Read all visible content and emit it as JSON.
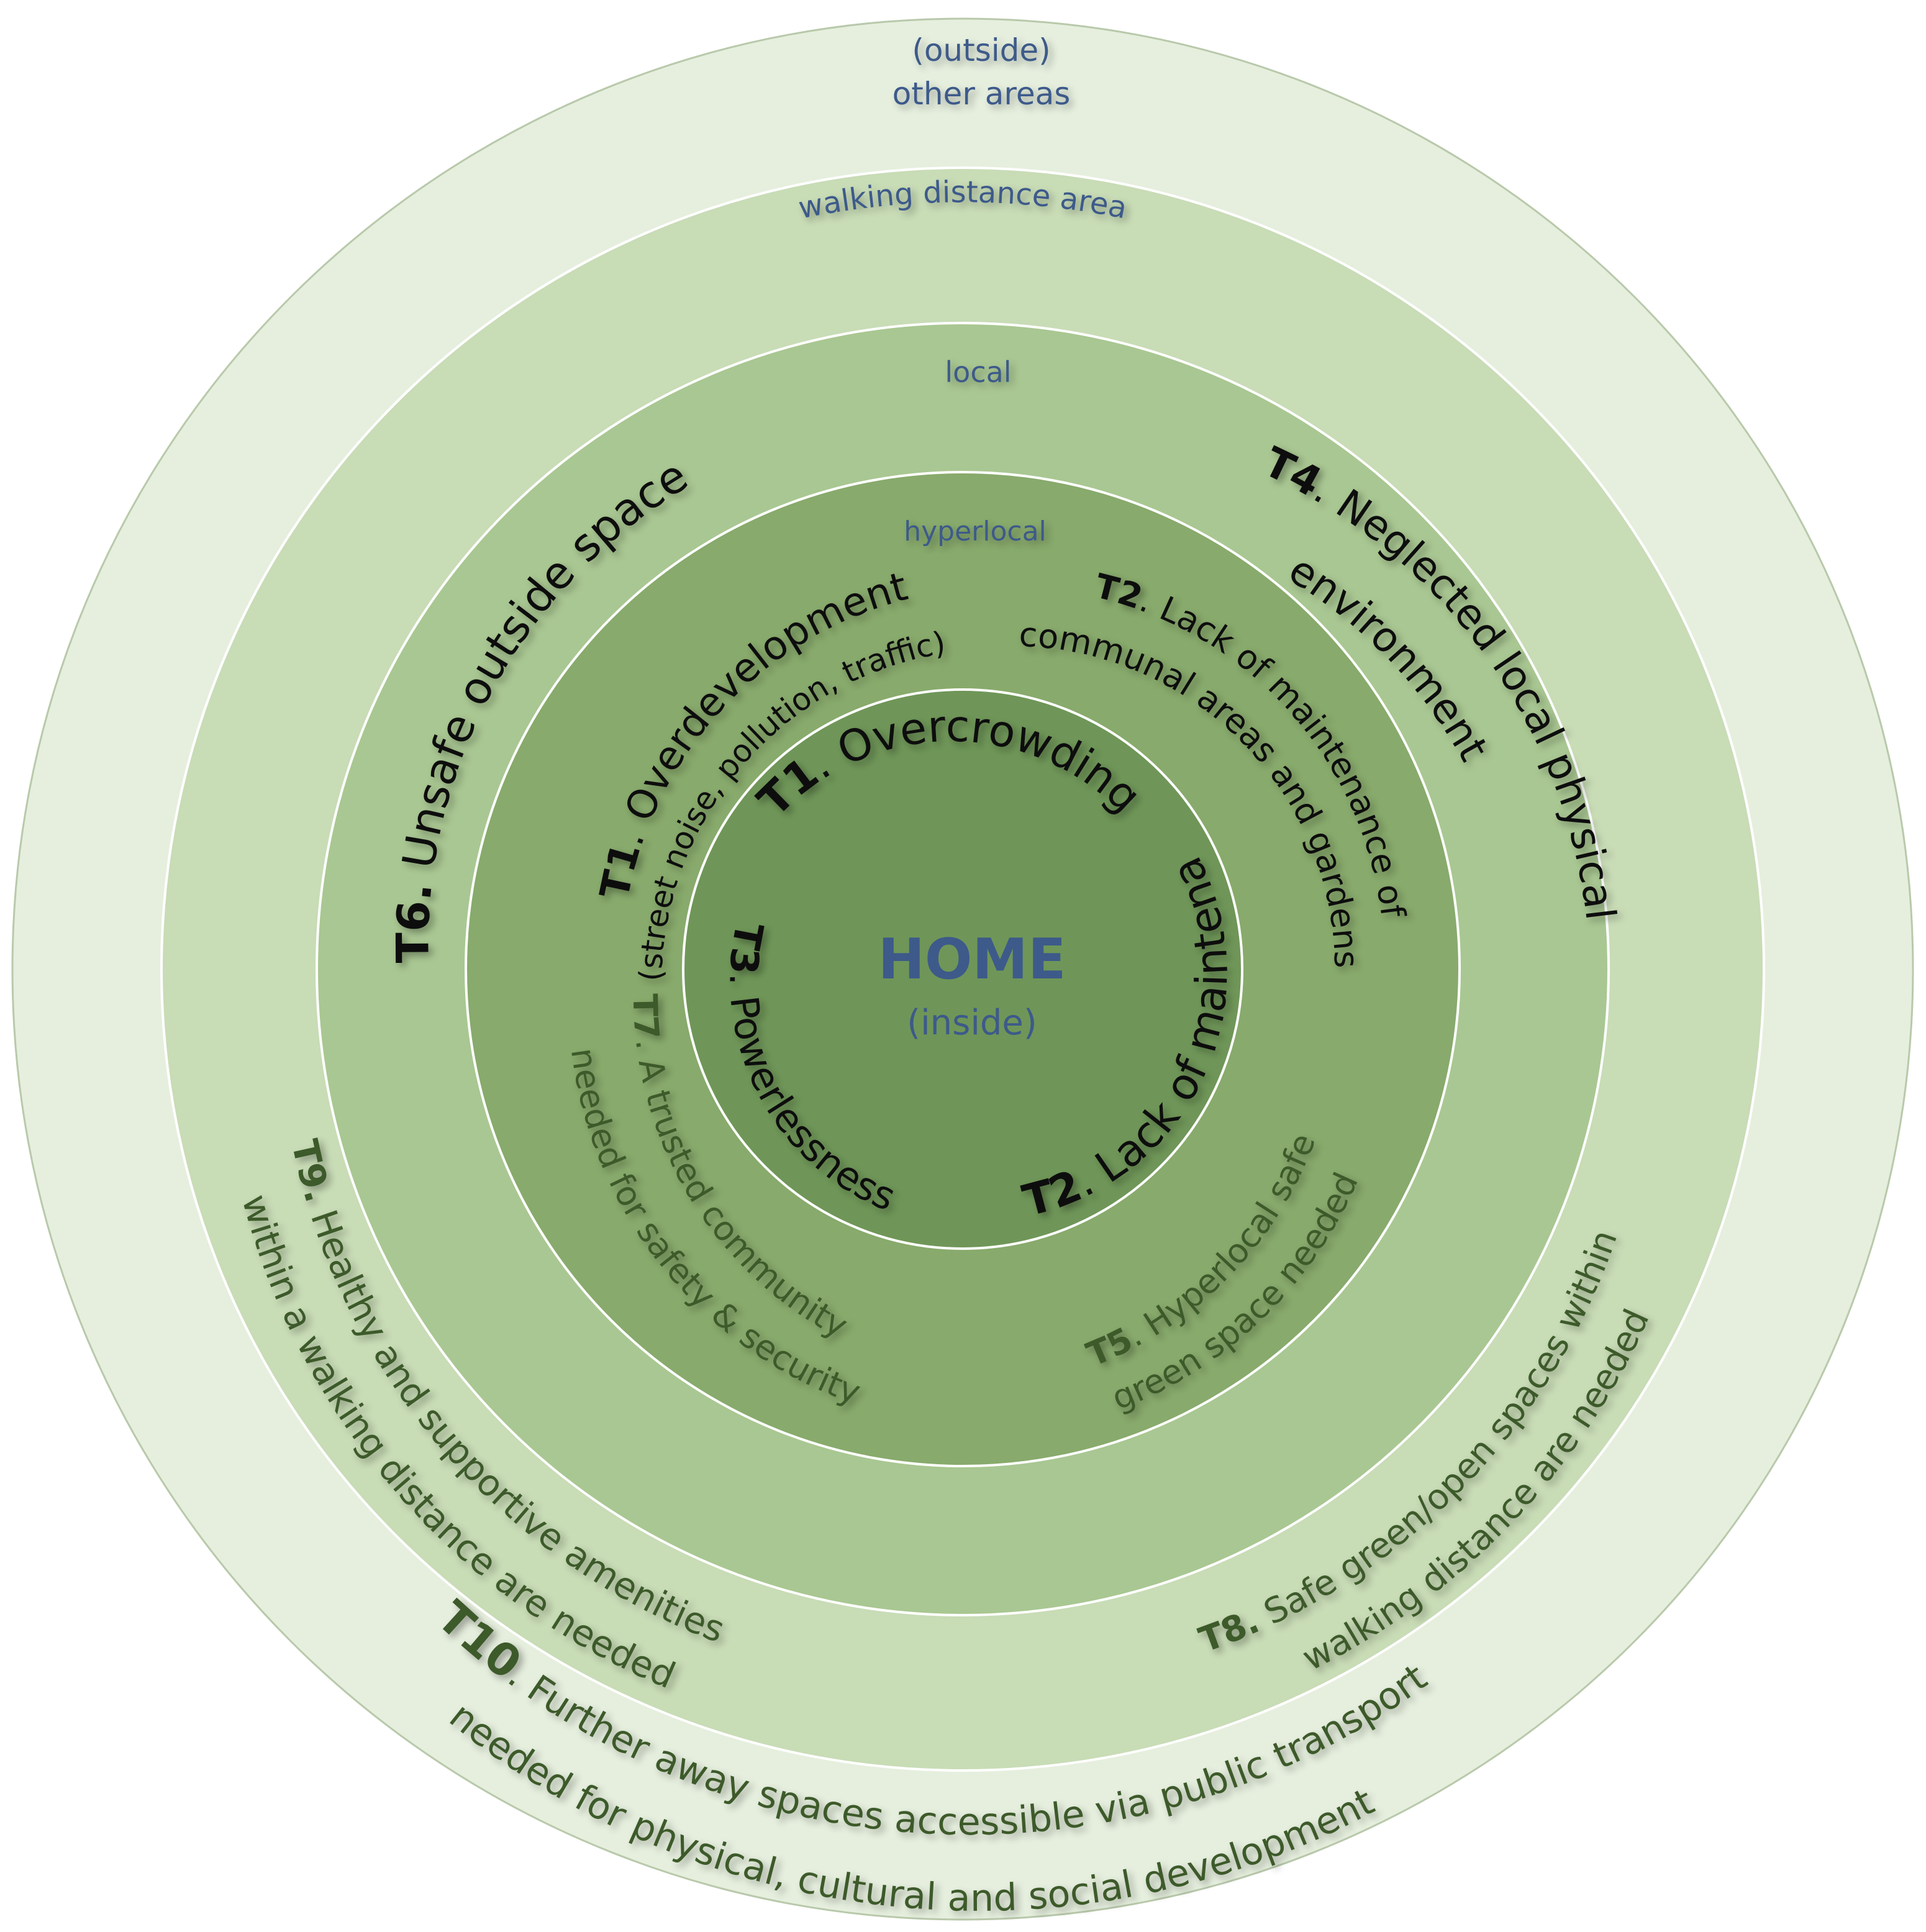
{
  "diagram": {
    "center": {
      "title": "HOME",
      "subtitle": "(inside)"
    },
    "rings": [
      {
        "name": "hyperlocal",
        "label": "hyperlocal",
        "fill": "#88aa6c"
      },
      {
        "name": "local",
        "label": "local",
        "fill": "#a9c792"
      },
      {
        "name": "walking",
        "label": "walking distance area",
        "fill": "#c8dcb6"
      },
      {
        "name": "outside",
        "label_line1": "(outside)",
        "label_line2": "other areas",
        "fill": "#e6efde"
      }
    ],
    "home_fill": "#6f9658",
    "themes": {
      "t1_home": {
        "code": "T1",
        "text": ". Overcrowding"
      },
      "t2_home": {
        "code": "T2",
        "text": ". Lack of maintenance"
      },
      "t3_home": {
        "code": "T3",
        "text": ". Powerlessness"
      },
      "t1_hyper": {
        "code": "T1",
        "text": ". Overdevelopment",
        "line2": "(street noise, pollution, traffic)"
      },
      "t2_hyper": {
        "code": "T2",
        "text": ". Lack of maintenance of",
        "line2": "communal areas and gardens"
      },
      "t7_hyper": {
        "code": "T7",
        "text": ". A trusted community",
        "line2": "needed for safety & security"
      },
      "t5_hyper": {
        "code": "T5",
        "text": ". Hyperlocal safe",
        "line2": "green space needed"
      },
      "t6_local": {
        "code": "T6.",
        "text": " Unsafe outside space"
      },
      "t4_local": {
        "code": "T4",
        "text": ". Neglected local physical",
        "line2": "environment"
      },
      "t9_walk": {
        "code": "T9.",
        "text": " Healthy and supportive amenities",
        "line2": "within a walking distance are needed"
      },
      "t8_walk": {
        "code": "T8.",
        "text": " Safe green/open spaces within",
        "line2": "walking distance are needed"
      },
      "t10_out": {
        "code": "T10",
        "text": ". Further away spaces accessible via public transport",
        "line2": "needed for physical, cultural and social development"
      }
    }
  }
}
